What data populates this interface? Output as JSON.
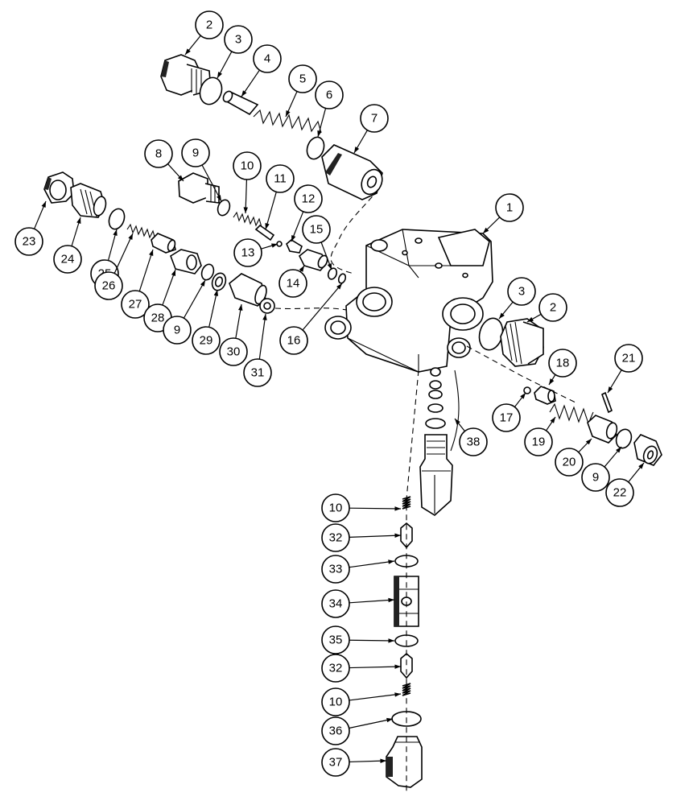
{
  "callouts": [
    {
      "label": "1"
    },
    {
      "label": "2"
    },
    {
      "label": "3"
    },
    {
      "label": "4"
    },
    {
      "label": "5"
    },
    {
      "label": "6"
    },
    {
      "label": "7"
    },
    {
      "label": "8"
    },
    {
      "label": "9"
    },
    {
      "label": "10"
    },
    {
      "label": "11"
    },
    {
      "label": "12"
    },
    {
      "label": "13"
    },
    {
      "label": "23"
    },
    {
      "label": "24"
    },
    {
      "label": "25"
    },
    {
      "label": "26"
    },
    {
      "label": "27"
    },
    {
      "label": "28"
    },
    {
      "label": "9"
    },
    {
      "label": "29"
    },
    {
      "label": "30"
    },
    {
      "label": "31"
    },
    {
      "label": "14"
    },
    {
      "label": "15"
    },
    {
      "label": "16"
    },
    {
      "label": "3"
    },
    {
      "label": "2"
    },
    {
      "label": "18"
    },
    {
      "label": "21"
    },
    {
      "label": "17"
    },
    {
      "label": "19"
    },
    {
      "label": "20"
    },
    {
      "label": "9"
    },
    {
      "label": "22"
    },
    {
      "label": "38"
    },
    {
      "label": "10"
    },
    {
      "label": "32"
    },
    {
      "label": "33"
    },
    {
      "label": "34"
    },
    {
      "label": "35"
    },
    {
      "label": "32"
    },
    {
      "label": "10"
    },
    {
      "label": "36"
    },
    {
      "label": "37"
    }
  ]
}
